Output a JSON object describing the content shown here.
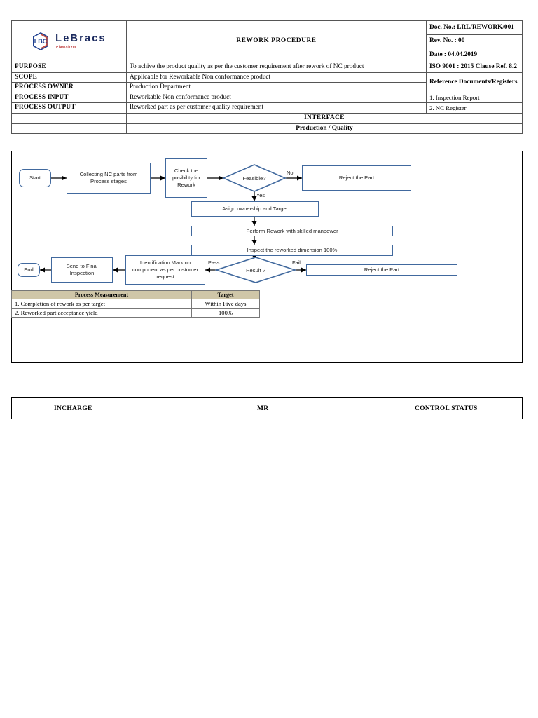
{
  "document": {
    "title": "REWORK PROCEDURE",
    "logo": {
      "name": "LeBracs",
      "subtitle": "Plastchem",
      "mark_letters": "LBC"
    },
    "meta": {
      "doc_no": "Doc. No.: LRL/REWORK/001",
      "rev_no": "Rev. No. : 00",
      "date": "Date : 04.04.2019",
      "iso_clause": "ISO 9001 : 2015 Clause Ref. 8.2",
      "reference_heading": "Reference Documents/Registers",
      "reference_items": [
        "1. Inspection Report",
        "2. NC Register"
      ]
    },
    "rows": [
      {
        "label": "PURPOSE",
        "value": "To achive the product quality as per the customer requirement after rework of NC product"
      },
      {
        "label": "SCOPE",
        "value": "Applicable for Reworkable  Non conformance product"
      },
      {
        "label": "PROCESS OWNER",
        "value": "Production Department"
      },
      {
        "label": "PROCESS INPUT",
        "value": "Reworkable Non conformance product"
      },
      {
        "label": "PROCESS OUTPUT",
        "value": "Reworked part as per customer quality requirement"
      }
    ],
    "interface_heading": "INTERFACE",
    "interface_lane": "Production / Quality"
  },
  "flowchart": {
    "nodes": {
      "start": "Start",
      "collect": "Collecting NC parts from Process stages",
      "check": "Check the posibility for Rework",
      "feasible": "Feasible?",
      "reject_top": "Reject the Part",
      "assign": "Asign ownership and Target",
      "perform": "Perform Rework  with skilled manpower",
      "inspect": "Inspect  the reworked dimension 100%",
      "result": "Result ?",
      "reject_bottom": "Reject the Part",
      "identification": "Identification Mark on component as per customer request",
      "send_final": "Send to Final Inspection",
      "end": "End"
    },
    "edge_labels": {
      "no": "No",
      "yes": "Yes",
      "pass": "Pass",
      "fail": "Fail"
    },
    "colors": {
      "node_border": "#41699e",
      "connector": "#000000"
    }
  },
  "measurement_table": {
    "headers": [
      "Process Measurement",
      "Target"
    ],
    "rows": [
      [
        "1. Completion of rework as per target",
        "Within Five days"
      ],
      [
        "2. Reworked part acceptance yield",
        "100%"
      ]
    ],
    "header_bg": "#cfc6a8"
  },
  "footer": {
    "incharge": "INCHARGE",
    "mr": "MR",
    "control_status": "CONTROL STATUS"
  }
}
